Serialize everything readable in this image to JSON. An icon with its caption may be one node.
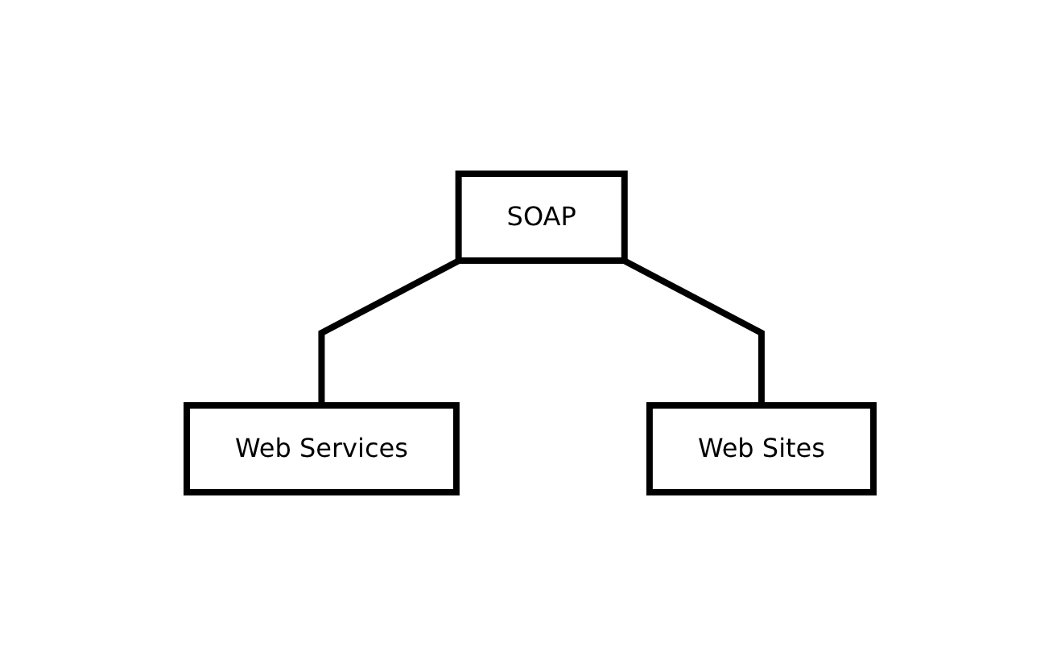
{
  "diagram": {
    "nodes": [
      {
        "text": [
          "SOAP"
        ]
      },
      {
        "text": [
          "Web Services"
        ]
      },
      {
        "text": [
          "Web Sites"
        ]
      }
    ],
    "edges": [
      {
        "from": 0,
        "to": 1,
        "arrow": "none"
      },
      {
        "from": 0,
        "to": 2,
        "arrow": "none"
      }
    ]
  }
}
